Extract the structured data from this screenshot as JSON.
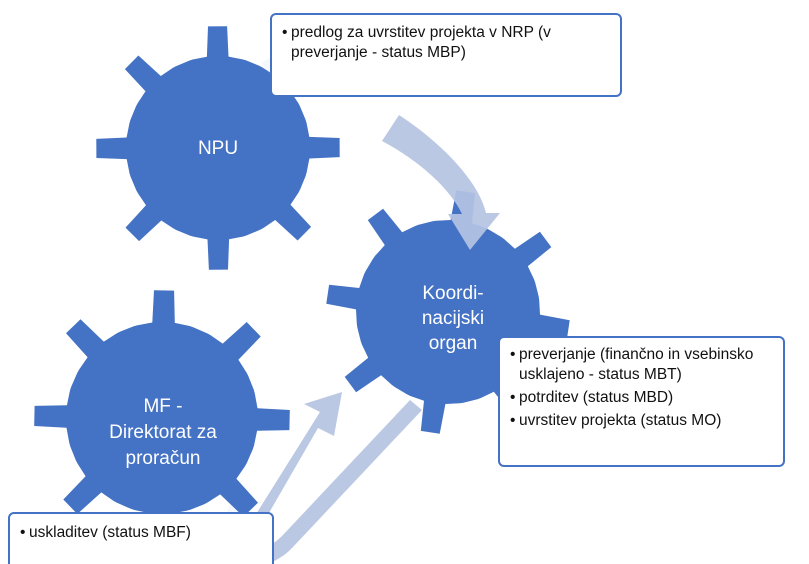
{
  "colors": {
    "gear": "#4472c4",
    "arrow": "#b4c3e2",
    "note_border": "#4472c4"
  },
  "gears": {
    "npu": {
      "label": "NPU"
    },
    "koordinacijski": {
      "label_lines": [
        "Koordi-",
        "nacijski",
        "organ"
      ]
    },
    "mf": {
      "label_lines": [
        "MF -",
        "Direktorat za",
        "proračun"
      ]
    }
  },
  "notes": {
    "top": {
      "items": [
        "predlog za uvrstitev projekta v NRP (v preverjanje - status MBP)"
      ]
    },
    "right": {
      "items": [
        "preverjanje (finančno in vsebinsko usklajeno - status MBT)",
        "potrditev (status MBD)",
        "uvrstitev projekta (status MO)"
      ]
    },
    "bottom": {
      "items": [
        "uskladitev (status MBF)"
      ]
    }
  }
}
